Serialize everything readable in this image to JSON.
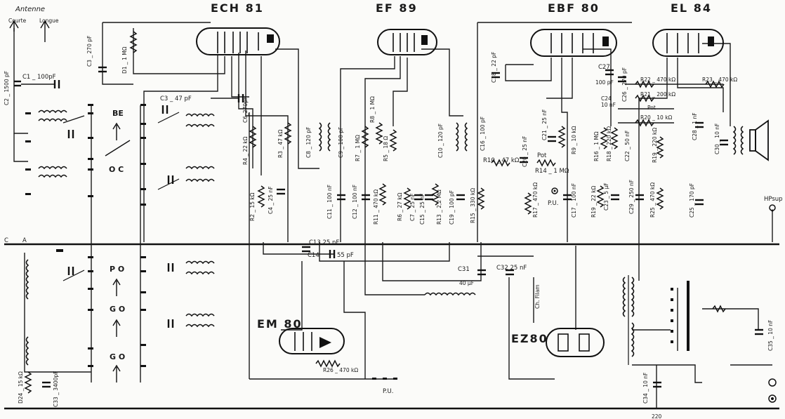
{
  "tubes": {
    "ech81": "ECH 81",
    "ef89": "EF 89",
    "ebf80": "EBF 80",
    "el84": "EL 84",
    "em80": "EM 80",
    "ez80": "EZ80"
  },
  "antenna": {
    "title": "Antenne",
    "courte": "Courte",
    "longue": "Longue"
  },
  "switch": {
    "be": "BE",
    "oc": "O C",
    "po": "P O",
    "go1": "G O",
    "go2": "G O",
    "c": "C",
    "a": "A"
  },
  "components": {
    "c1": "C1 _ 100pF",
    "c2": "C2 _ 1500 pF",
    "c3": "C3 _ 270 pF",
    "c5": "C3 _ 47 pF",
    "d1": "D1 _ 1 MΩ",
    "c6": "C6_270pF",
    "r4": "R4 _ 22 kΩ",
    "r3": "R3 _ 47 kΩ",
    "r2": "R2 _ 15 kΩ",
    "c4": "C4 _ 25 nF",
    "c8": "C8 _ 120 pF",
    "c9": "C9 _ 100 pF",
    "r7": "R7 _ 1 MΩ",
    "r8": "R8 _ 1 MΩ",
    "r5": "R5 _ 18 Ω",
    "c11": "C11 _ 100 nF",
    "c12": "C12 _ 100 nF",
    "r11": "R11 _ 470 kΩ",
    "r6": "R6 _ 27 kΩ",
    "c7": "C7 _ 25 nF",
    "c15": "C15 _ 25 nF",
    "r13": "R13 _ 2,2 MΩ",
    "c19": "C19 _ 100 pF",
    "r15": "R15 _ 330 kΩ",
    "c13": "C13 25 nF",
    "c14": "C14",
    "c14v": "55 pF",
    "c10": "C10 _ 120 pF",
    "c16": "C16 _ 100 pF",
    "c18": "C18 _ 22 pF",
    "r10": "R10 _ 47 kΩ",
    "c20": "C20 _ 25 nF",
    "c21": "C21 _ 25 nF",
    "pot": "Pot",
    "r14": "R14 _ 1 MΩ",
    "r9": "R9 _ 10 kΩ",
    "r17": "R17 _ 470 kΩ",
    "pu1": "P.U.",
    "c17": "C17 _ 100 nF",
    "c27": "C27",
    "c27v": "100 pF",
    "c26": "C26 _ 270 pF",
    "r22": "R22 _ 470 kΩ",
    "c24": "C24",
    "c24v": "10 nF",
    "r21": "R21 _ 200 kΩ",
    "pot2": "Pot",
    "r20": "R20 _ 10 kΩ",
    "r23": "R23 _ 470 kΩ",
    "c28": "C28 _ 1 nF",
    "c30": "C30 _ 10 nF",
    "r16": "R16 _ 1 MΩ",
    "r18": "R18 _ 220 kΩ",
    "c22": "C22 _ 50 nF",
    "r19": "R19 _ 220 kΩ",
    "r19b": "R19 _ 22 kΩ",
    "c23": "C23 _ 5 µF",
    "c29": "C29 _ 250 nF",
    "r25": "R25 _ 470 kΩ",
    "c25": "C25 _ 170 pF",
    "hp": "HPsup",
    "c31": "C31",
    "c31v": "40 µF",
    "c32": "C32 25 nF",
    "chfil": "Ch. Filam",
    "r26": "R26 _ 470 kΩ",
    "pu2": "P.U.",
    "d24": "D24 _ 15 kΩ",
    "c33": "C33 _ 3400pF",
    "c34": "C34 _ 10 nF",
    "c35": "C35 _ 10 nF",
    "mains": "220"
  }
}
